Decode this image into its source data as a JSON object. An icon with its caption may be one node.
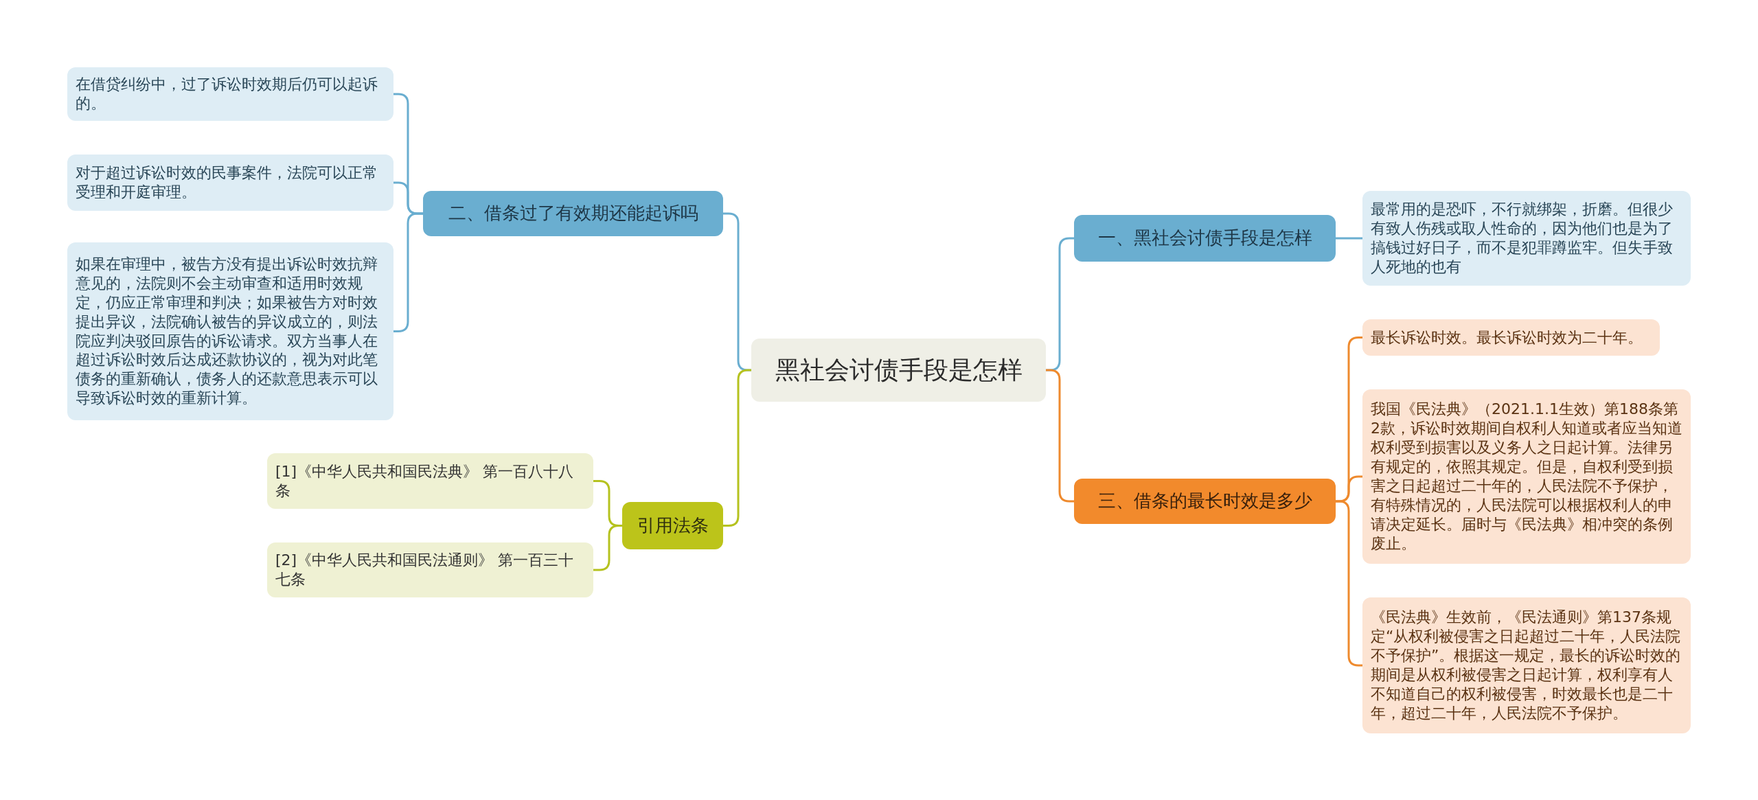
{
  "diagram": {
    "nodes": [
      {
        "text": [
          "黑社会讨债手段是怎样"
        ]
      },
      {
        "text": [
          "二、借条过了有效期还能起诉吗"
        ]
      },
      {
        "text": [
          "在借贷纠纷中，过了诉讼时效期后仍可以起诉的。"
        ]
      },
      {
        "text": [
          "对于超过诉讼时效的民事案件，法院可以正常受理和开庭审理。"
        ]
      },
      {
        "text": [
          "如果在审理中，被告方没有提出诉讼时效抗辩意见的，法院则不会主动审查和适用时效规定，仍应正常审理和判决；如果被告方对时效提出异议，法院确认被告的异议成立的，则法院应判决驳回原告的诉讼请求。双方当事人在超过诉讼时效后达成还款协议的，视为对此笔债务的重新确认，债务人的还款意思表示可以导致诉讼时效的重新计算。"
        ]
      },
      {
        "text": [
          "引用法条"
        ]
      },
      {
        "text": [
          "[1]《中华人民共和国民法典》 第一百八十八条"
        ]
      },
      {
        "text": [
          "[2]《中华人民共和国民法通则》 第一百三十七条"
        ]
      },
      {
        "text": [
          "一、黑社会讨债手段是怎样"
        ]
      },
      {
        "text": [
          "最常用的是恐吓，不行就绑架，折磨。但很少有致人伤残或取人性命的，因为他们也是为了搞钱过好日子，而不是犯罪蹲监牢。但失手致人死地的也有"
        ]
      },
      {
        "text": [
          "三、借条的最长时效是多少"
        ]
      },
      {
        "text": [
          "最长诉讼时效。最长诉讼时效为二十年。"
        ]
      },
      {
        "text": [
          "我国《民法典》（2021.1.1生效）第188条第2款，诉讼时效期间自权利人知道或者应当知道权利受到损害以及义务人之日起计算。法律另有规定的，依照其规定。但是，自权利受到损害之日起超过二十年的，人民法院不予保护，有特殊情况的，人民法院可以根据权利人的申请决定延长。届时与《民法典》相冲突的条例废止。"
        ]
      },
      {
        "text": [
          "《民法典》生效前，《民法通则》第137条规定“从权利被侵害之日起超过二十年，人民法院不予保护”。根据这一规定，最长的诉讼时效的期间是从权利被侵害之日起计算，权利享有人不知道自己的权利被侵害，时效最长也是二十年，超过二十年，人民法院不予保护。"
        ]
      }
    ],
    "edges": [
      {
        "from": 0,
        "to": 1,
        "arrow": "none"
      },
      {
        "from": 1,
        "to": 2,
        "arrow": "none"
      },
      {
        "from": 1,
        "to": 3,
        "arrow": "none"
      },
      {
        "from": 1,
        "to": 4,
        "arrow": "none"
      },
      {
        "from": 0,
        "to": 5,
        "arrow": "none",
        "color": "#b5c21f"
      },
      {
        "from": 5,
        "to": 6,
        "arrow": "none",
        "color": "#b5c21f"
      },
      {
        "from": 5,
        "to": 7,
        "arrow": "none",
        "color": "#b5c21f"
      },
      {
        "from": 0,
        "to": 8,
        "arrow": "none"
      },
      {
        "from": 8,
        "to": 9,
        "arrow": "none"
      },
      {
        "from": 0,
        "to": 10,
        "arrow": "none",
        "color": "#ee8a2e"
      },
      {
        "from": 10,
        "to": 11,
        "arrow": "none",
        "color": "#ee8a2e"
      },
      {
        "from": 10,
        "to": 12,
        "arrow": "none",
        "color": "#ee8a2e"
      },
      {
        "from": 10,
        "to": 13,
        "arrow": "none",
        "color": "#ee8a2e"
      }
    ]
  }
}
